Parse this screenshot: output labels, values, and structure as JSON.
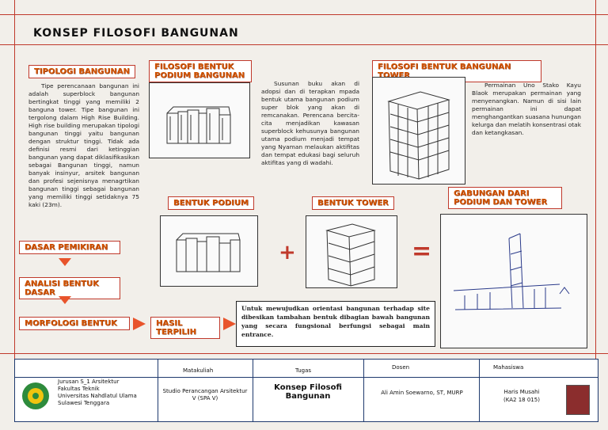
{
  "title": "KONSEP FILOSOFI BANGUNAN",
  "sections": {
    "tipologi": {
      "heading": "TIPOLOGI BANGUNAN",
      "text": "Tipe perencanaan bangunan ini adalah superblock bangunan bertingkat tinggi yang memiliki 2 banguna tower. Tipe bangunan ini tergolong dalam High Rise Building. High rise building merupakan tipologi bangunan tinggi yaitu bangunan dengan struktur tinggi. Tidak ada definisi resmi dari ketinggian bangunan yang dapat diklasifikasikan sebagai Bangunan tinggi, namun banyak insinyur, arsitek bangunan dan profesi sejenisnya menagrtikan bangunan tinggi sebagai bangunan yang memiliki tinggi setidaknya 75 kaki (23m)."
    },
    "podium": {
      "heading": "FILOSOFI BENTUK PODIUM BANGUNAN",
      "text": "Susunan buku akan di adopsi dan di terapkan mpada bentuk utama bangunan podium super blok yang akan di remcanakan. Perencana bercita-cita menjadikan kawasan superblock kehusunya bangunan utama podium menjadi tempat yang Nyaman melaukan aktifitas dan tempat edukasi bagi seluruh aktifitas yang di wadahi."
    },
    "tower": {
      "heading": "FILOSOFI BENTUK BANGUNAN TOWER",
      "text": "Permainan Uno Stako Kayu Blaok merupakan permainan yang menyenangkan. Namun di sisi lain permainan ini dapat menghangantkan suasana hunungan kelurga dan melatih konsentrasi otak dan ketangkasan."
    },
    "bentuk_podium": "BENTUK PODIUM",
    "bentuk_tower": "BENTUK TOWER",
    "gabungan": "GABUNGAN DARI PODIUM DAN TOWER",
    "plus": "+",
    "equals": "=",
    "dasar": "DASAR PEMIKIRAN",
    "analisi": "ANALISI BENTUK DASAR",
    "morfologi": "MORFOLOGI BENTUK",
    "hasil": "HASIL TERPILIH",
    "result_text": "Untuk mewujudkan orientasi bangunan terhadap site dibesikan tambahan bentuk dibagian bawah bangunan yang secara fungsional berfungsi sebagai main entrance."
  },
  "footer": {
    "institution": [
      "Jurusan S_1 Arsitektur",
      "Fakultas Teknik",
      "Universitas Nahdlatul Ulama",
      "Sulawesi Tenggara"
    ],
    "matakuliah_label": "Matakuliah",
    "matakuliah_value": "Studio Perancangan Arsitektur V (SPA V)",
    "tugas_label": "Tugas",
    "tugas_value": "Konsep Filosofi Bangunan",
    "dosen_label": "Dosen",
    "dosen_value": "Ali Amin Soewarno, ST, MURP",
    "mahasiswa_label": "Mahasiswa",
    "mahasiswa_name": "Haris Musahi",
    "mahasiswa_id": "(KA2 18 015)"
  },
  "colors": {
    "accent": "#c0392b",
    "tag_text": "#d35400",
    "footer_border": "#1f3a6e"
  }
}
